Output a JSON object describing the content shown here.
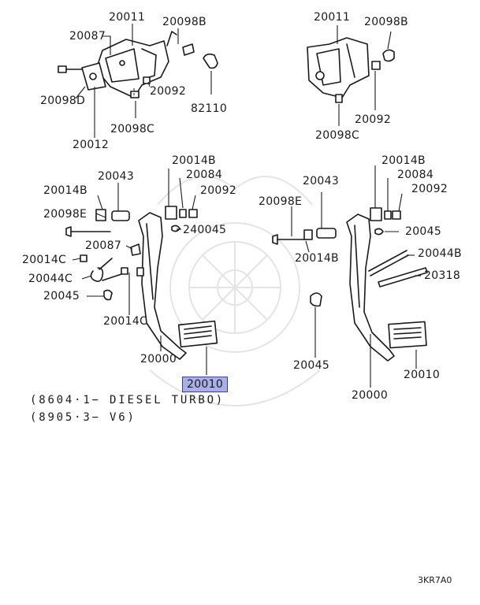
{
  "labels": {
    "l_20011": "20011",
    "l_20098b": "20098B",
    "l_20087": "20087",
    "l_20098d": "20098D",
    "l_20092": "20092",
    "l_82110": "82110",
    "l_20098c": "20098C",
    "l_20012": "20012",
    "r_20011": "20011",
    "r_20098b": "20098B",
    "r_20092": "20092",
    "r_20098c": "20098C",
    "a_20014b_top": "20014B",
    "a_20043": "20043",
    "a_20084": "20084",
    "a_20014b_left": "20014B",
    "a_20092": "20092",
    "a_20098e": "20098E",
    "a_240045": "240045",
    "a_20087": "20087",
    "a_20014c_1": "20014C",
    "a_20044c": "20044C",
    "a_20045": "20045",
    "a_20014c_2": "20014C",
    "a_20000": "20000",
    "b_20014b_top": "20014B",
    "b_20043": "20043",
    "b_20084": "20084",
    "b_20098e": "20098E",
    "b_20092": "20092",
    "b_20045_top": "20045",
    "b_20014b_mid": "20014B",
    "b_20044b": "20044B",
    "b_20318": "20318",
    "b_20045_bot": "20045",
    "b_20010": "20010",
    "b_20000": "20000"
  },
  "highlighted_part": "20010",
  "notes": [
    "(8604·1− DIESEL TURBO)",
    "(8905·3− V6)"
  ],
  "diagram_code": "3KR7A0",
  "colors": {
    "highlight_fill": "#aab0e6",
    "highlight_border": "#3a3f9a",
    "ink": "#1a1a1a",
    "watermark": "#e4e4e4"
  }
}
